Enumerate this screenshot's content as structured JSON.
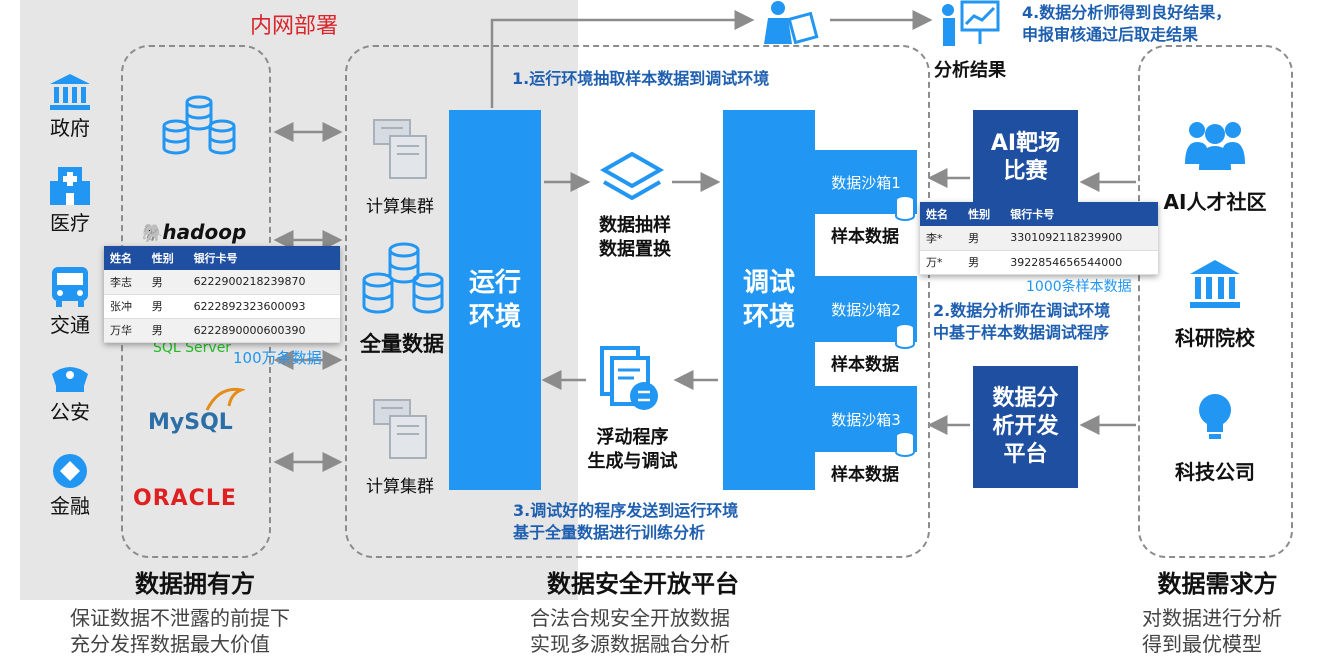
{
  "intranet_label": "内网部署",
  "owners": {
    "gov": "政府",
    "medical": "医疗",
    "traffic": "交通",
    "police": "公安",
    "finance": "金融",
    "title": "数据拥有方",
    "sub1": "保证数据不泄露的前提下",
    "sub2": "充分发挥数据最大价值"
  },
  "logos": {
    "hadoop": "hadoop",
    "sqlserver": "SQL Server",
    "mysql": "MySQL",
    "oracle": "ORACLE"
  },
  "full_table": {
    "headers": [
      "姓名",
      "性别",
      "银行卡号"
    ],
    "rows": [
      [
        "李志",
        "男",
        "6222900218239870"
      ],
      [
        "张冲",
        "男",
        "6222892323600093"
      ],
      [
        "万华",
        "男",
        "6222890000600390"
      ]
    ],
    "caption": "100万条数据"
  },
  "platform": {
    "cluster_top": "计算集群",
    "cluster_bottom": "计算集群",
    "full_data": "全量数据",
    "run_env": "运行环境",
    "debug_env": "调试环境",
    "extract": "数据抽样数据置换",
    "extract_l1": "数据抽样",
    "extract_l2": "数据置换",
    "float_l1": "浮动程序",
    "float_l2": "生成与调试",
    "title": "数据安全开放平台",
    "sub1": "合法合规安全开放数据",
    "sub2": "实现多源数据融合分析"
  },
  "steps": {
    "s1": "1.运行环境抽取样本数据到调试环境",
    "s2_l1": "2.数据分析师在调试环境",
    "s2_l2": "中基于样本数据调试程序",
    "s3_l1": "3.调试好的程序发送到运行环境",
    "s3_l2": "基于全量数据进行训练分析",
    "s4_l1": "4.数据分析师得到良好结果，",
    "s4_l2": "申报审核通过后取走结果"
  },
  "result_label": "分析结果",
  "sandboxes": [
    {
      "name": "数据沙箱1",
      "sample": "样本数据"
    },
    {
      "name": "数据沙箱2",
      "sample": "样本数据"
    },
    {
      "name": "数据沙箱3",
      "sample": "样本数据"
    }
  ],
  "sample_table": {
    "headers": [
      "姓名",
      "性别",
      "银行卡号"
    ],
    "rows": [
      [
        "李*",
        "男",
        "3301092118239900"
      ],
      [
        "万*",
        "男",
        "3922854656544000"
      ]
    ],
    "caption": "1000条样本数据"
  },
  "ai_arena_l1": "AI靶场",
  "ai_arena_l2": "比赛",
  "dev_l1": "数据分",
  "dev_l2": "析开发",
  "dev_l3": "平台",
  "demand": {
    "ai_community": "AI人才社区",
    "research": "科研院校",
    "tech": "科技公司",
    "title": "数据需求方",
    "sub1": "对数据进行分析",
    "sub2": "得到最优模型"
  },
  "colors": {
    "blue": "#2196f3",
    "navy": "#1f4fa0",
    "step_text": "#1f5fb0",
    "intranet_red": "#d9262c"
  }
}
